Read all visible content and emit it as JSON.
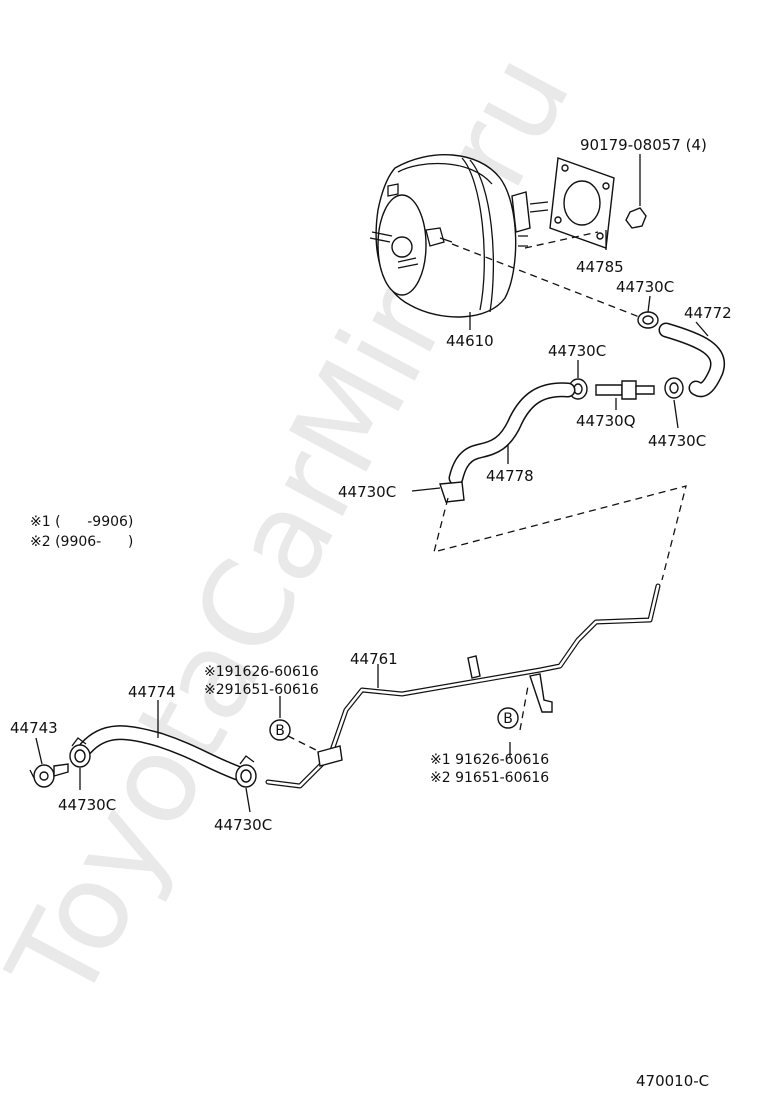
{
  "watermark": "ToyotaCarMine.ru",
  "notes": {
    "line1": "※1 (      -9906)",
    "line2": "※2 (9906-      )"
  },
  "labels": {
    "bolt_9017908057": "90179-08057 (4)",
    "gasket_44785": "44785",
    "clamp_top": "44730C",
    "hose_44772": "44772",
    "booster_44610": "44610",
    "clamp_mid_left": "44730C",
    "valve_44730Q": "44730Q",
    "clamp_mid_right": "44730C",
    "hose_44778": "44778",
    "clamp_lower": "44730C",
    "pipe_44761": "44761",
    "ref_left_1": "※191626-60616",
    "ref_left_2": "※291651-60616",
    "hose_44774": "44774",
    "union_44743": "44743",
    "clamp_bottom_left": "44730C",
    "clamp_bottom_mid": "44730C",
    "ref_right_1": "※1 91626-60616",
    "ref_right_2": "※2 91651-60616",
    "callout_b_left": "B",
    "callout_b_right": "B"
  },
  "footer": {
    "diagram_code": "470010-C"
  }
}
